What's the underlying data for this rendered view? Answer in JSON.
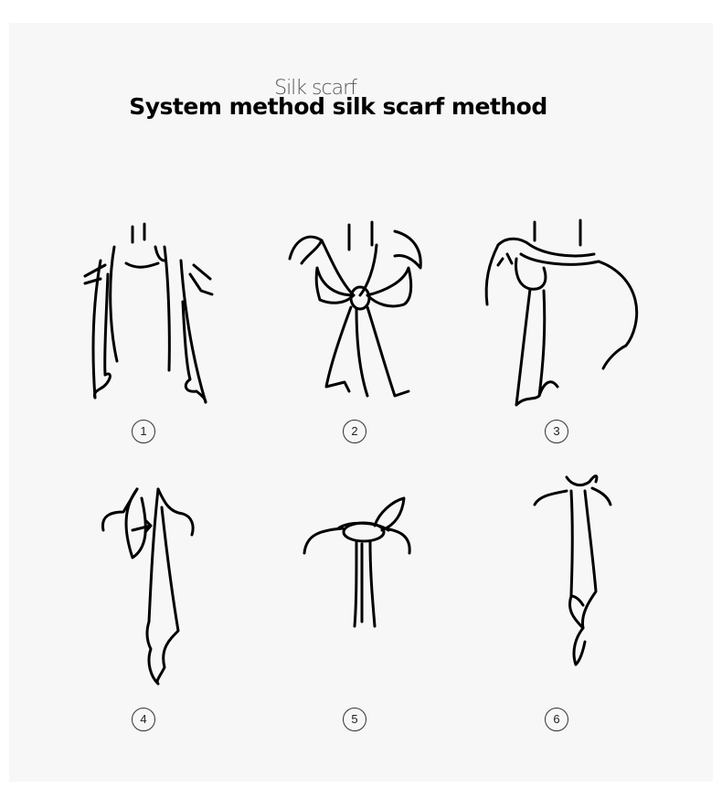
{
  "header": {
    "subtitle": "Silk scarf",
    "title": "System method silk scarf method"
  },
  "steps": [
    {
      "number": "1"
    },
    {
      "number": "2"
    },
    {
      "number": "3"
    },
    {
      "number": "4"
    },
    {
      "number": "5"
    },
    {
      "number": "6"
    }
  ]
}
